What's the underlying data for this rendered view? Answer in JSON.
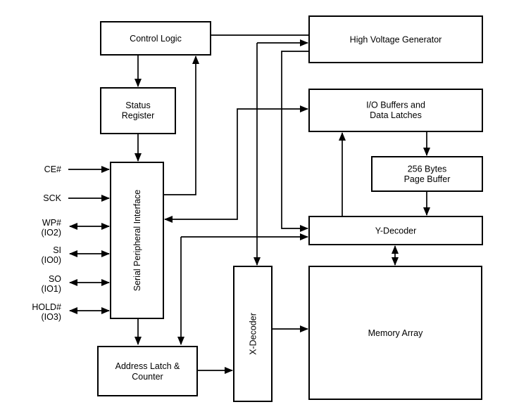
{
  "diagram": {
    "boxes": {
      "control_logic": {
        "label": "Control Logic"
      },
      "status_register": {
        "line1": "Status",
        "line2": "Register"
      },
      "spi": {
        "label": "Serial Peripheral Interface"
      },
      "hv_generator": {
        "label": "High Voltage Generator"
      },
      "io_buffers": {
        "line1": "I/O Buffers and",
        "line2": "Data Latches"
      },
      "page_buffer": {
        "line1": "256 Bytes",
        "line2": "Page Buffer"
      },
      "y_decoder": {
        "label": "Y-Decoder"
      },
      "x_decoder": {
        "label": "X-Decoder"
      },
      "memory_array": {
        "label": "Memory Array"
      },
      "address_latch": {
        "line1": "Address Latch &",
        "line2": "Counter"
      }
    },
    "signals": [
      {
        "line1": "CE#"
      },
      {
        "line1": "SCK"
      },
      {
        "line1": "WP#",
        "line2": "(IO2)"
      },
      {
        "line1": "SI",
        "line2": "(IO0)"
      },
      {
        "line1": "SO",
        "line2": "(IO1)"
      },
      {
        "line1": "HOLD#",
        "line2": "(IO3)"
      }
    ],
    "colors": {
      "line": "#000000",
      "text": "#000000",
      "box_fill": "#ffffff",
      "background": "#ffffff"
    }
  }
}
